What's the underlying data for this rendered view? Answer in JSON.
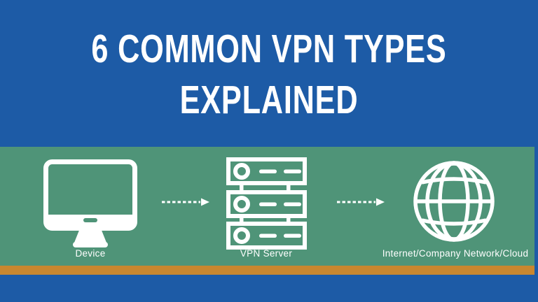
{
  "title": {
    "line1": "6 COMMON VPN TYPES",
    "line2": "EXPLAINED"
  },
  "diagram": {
    "nodes": [
      {
        "id": "device",
        "icon": "monitor-icon",
        "label": "Device"
      },
      {
        "id": "vpn-server",
        "icon": "server-icon",
        "label": "VPN Server"
      },
      {
        "id": "internet",
        "icon": "globe-icon",
        "label": "Internet/Company Network/Cloud"
      }
    ],
    "connectors": [
      {
        "from": "device",
        "to": "vpn-server",
        "style": "dashed-arrow-right"
      },
      {
        "from": "vpn-server",
        "to": "internet",
        "style": "dashed-arrow-right"
      }
    ]
  },
  "colors": {
    "background_blue": "#1d5ba6",
    "band_green": "#4f9478",
    "stripe_orange": "#c8872f",
    "icon_white": "#ffffff"
  }
}
